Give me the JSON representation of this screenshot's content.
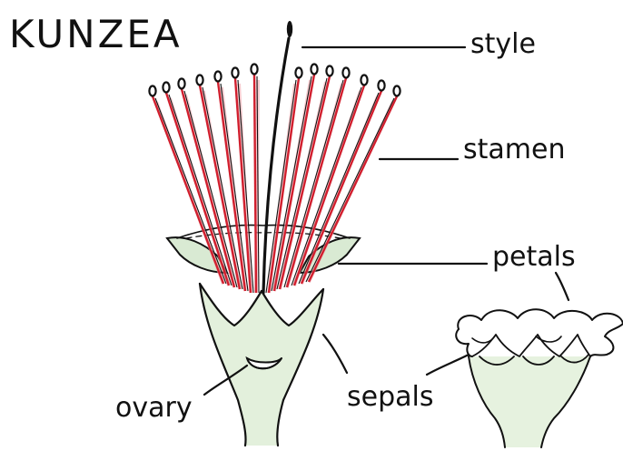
{
  "title": "KUNZEA",
  "labels": {
    "style": "style",
    "stamen": "stamen",
    "petals": "petals",
    "sepals": "sepals",
    "ovary": "ovary"
  },
  "colors": {
    "ink": "#111111",
    "stamen_red": "#d11f2e",
    "stamen_pink": "#f1a9b0",
    "sepal_green": "#cfe6c6",
    "background": "#ffffff"
  }
}
